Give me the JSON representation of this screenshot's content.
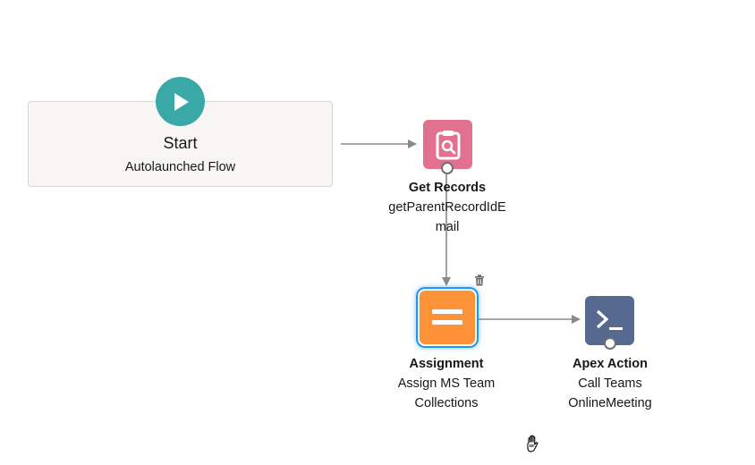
{
  "start": {
    "title": "Start",
    "subtitle": "Autolaunched Flow",
    "icon": "play-icon",
    "color": "#3ba8a8"
  },
  "nodes": [
    {
      "type": "Get Records",
      "name": "getParentRecordIdEmail",
      "icon": "get-records-icon",
      "color": "#e2708f"
    },
    {
      "type": "Assignment",
      "name": "Assign MS Team Collections",
      "icon": "assignment-icon",
      "color": "#fe9239",
      "selected": true
    },
    {
      "type": "Apex Action",
      "name": "Call Teams OnlineMeeting",
      "icon": "apex-action-icon",
      "color": "#56698f"
    }
  ],
  "colors": {
    "connector": "#8a8a8a",
    "selection": "#1b96ff"
  }
}
